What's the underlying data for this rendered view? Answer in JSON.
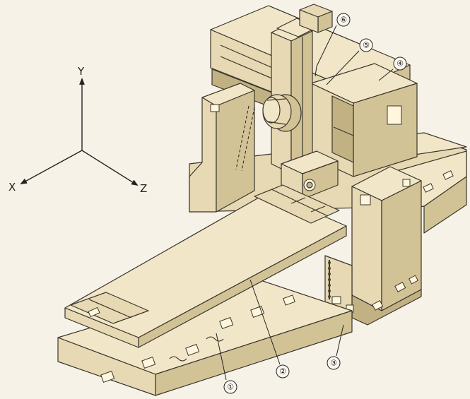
{
  "axes": {
    "y": "Y",
    "x": "X",
    "z": "Z"
  },
  "callouts": [
    {
      "id": "1",
      "label": "①"
    },
    {
      "id": "2",
      "label": "②"
    },
    {
      "id": "3",
      "label": "③"
    },
    {
      "id": "4",
      "label": "④"
    },
    {
      "id": "5",
      "label": "⑤"
    },
    {
      "id": "6",
      "label": "⑥"
    }
  ],
  "colors": {
    "background": "#f6f2e8",
    "casting": "#f1e7c8",
    "outline": "#3a352c"
  }
}
